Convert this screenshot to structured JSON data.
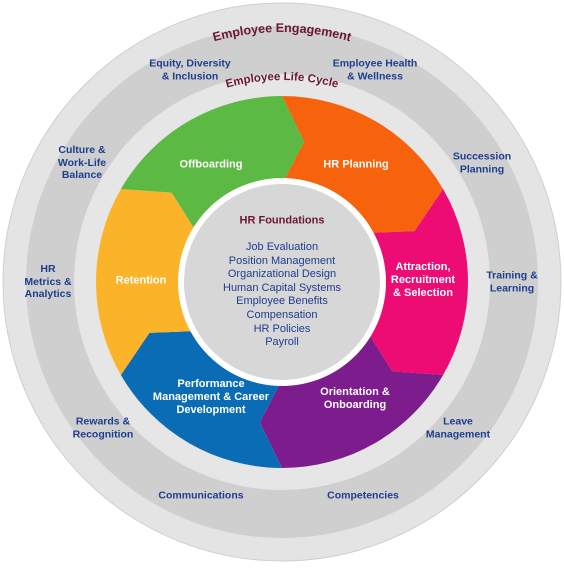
{
  "outer_ring_title": "Employee Engagement",
  "inner_ring_title": "Employee Life Cycle",
  "center": {
    "title": "HR Foundations",
    "items": [
      "Job Evaluation",
      "Position Management",
      "Organizational Design",
      "Human Capital Systems",
      "Employee Benefits",
      "Compensation",
      "HR Policies",
      "Payroll"
    ]
  },
  "life_cycle_segments": [
    {
      "id": "hr-planning",
      "label": "HR Planning",
      "color": "#f7620c"
    },
    {
      "id": "attraction",
      "label": "Attraction,\nRecruitment\n& Selection",
      "color": "#ec0c73"
    },
    {
      "id": "orientation",
      "label": "Orientation &\nOnboarding",
      "color": "#7d1c8c"
    },
    {
      "id": "performance",
      "label": "Performance\nManagement & Career\nDevelopment",
      "color": "#0b6cb6"
    },
    {
      "id": "retention",
      "label": "Retention",
      "color": "#fbb32a"
    },
    {
      "id": "offboarding",
      "label": "Offboarding",
      "color": "#5bb944"
    }
  ],
  "engagement_items": [
    {
      "id": "employee-health",
      "label": "Employee Health\n& Wellness"
    },
    {
      "id": "succession",
      "label": "Succession\nPlanning"
    },
    {
      "id": "training",
      "label": "Training &\nLearning"
    },
    {
      "id": "leave",
      "label": "Leave\nManagement"
    },
    {
      "id": "competencies",
      "label": "Competencies"
    },
    {
      "id": "communications",
      "label": "Communications"
    },
    {
      "id": "rewards",
      "label": "Rewards &\nRecognition"
    },
    {
      "id": "hr-metrics",
      "label": "HR\nMetrics &\nAnalytics"
    },
    {
      "id": "culture",
      "label": "Culture &\nWork-Life\nBalance"
    },
    {
      "id": "equity",
      "label": "Equity, Diversity\n& Inclusion"
    }
  ],
  "colors": {
    "outer_ring": "#e4e4e4",
    "middle_ring": "#cfcfcf",
    "center_disc": "#d7d7d7",
    "title_text": "#6a1734",
    "label_text": "#1f3d8f"
  }
}
